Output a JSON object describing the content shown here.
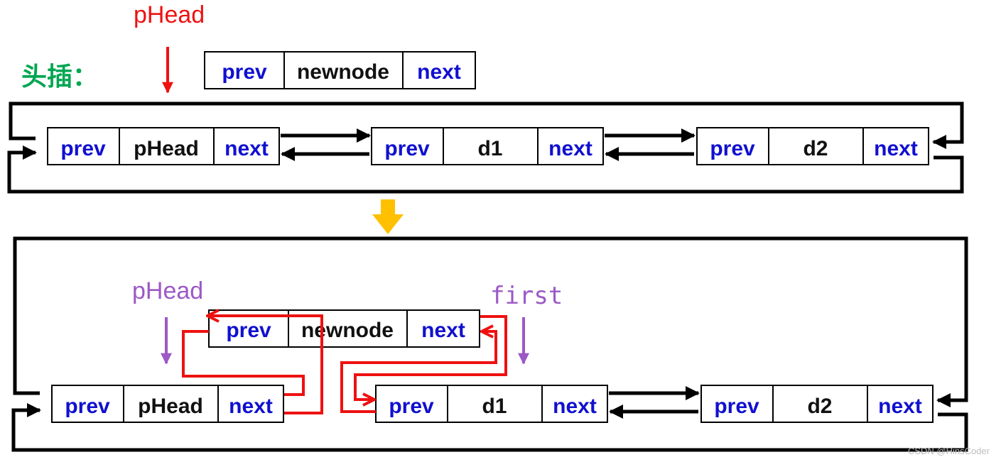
{
  "title_label": "头插：",
  "top_label": "pHead",
  "colors": {
    "field_text": "#1010d0",
    "value_text": "#111111",
    "red": "#ee1111",
    "purple": "#9b59c6",
    "green": "#00a651",
    "gold": "#ffc000",
    "line": "#000000"
  },
  "before": {
    "newnode": [
      "prev",
      "newnode",
      "next"
    ],
    "nodes": [
      [
        "prev",
        "pHead",
        "next"
      ],
      [
        "prev",
        "d1",
        "next"
      ],
      [
        "prev",
        "d2",
        "next"
      ]
    ]
  },
  "after": {
    "phead_label": "pHead",
    "first_label": "first",
    "newnode": [
      "prev",
      "newnode",
      "next"
    ],
    "nodes": [
      [
        "prev",
        "pHead",
        "next"
      ],
      [
        "prev",
        "d1",
        "next"
      ],
      [
        "prev",
        "d2",
        "next"
      ]
    ]
  },
  "watermark": "CSDN @HinsCoder"
}
